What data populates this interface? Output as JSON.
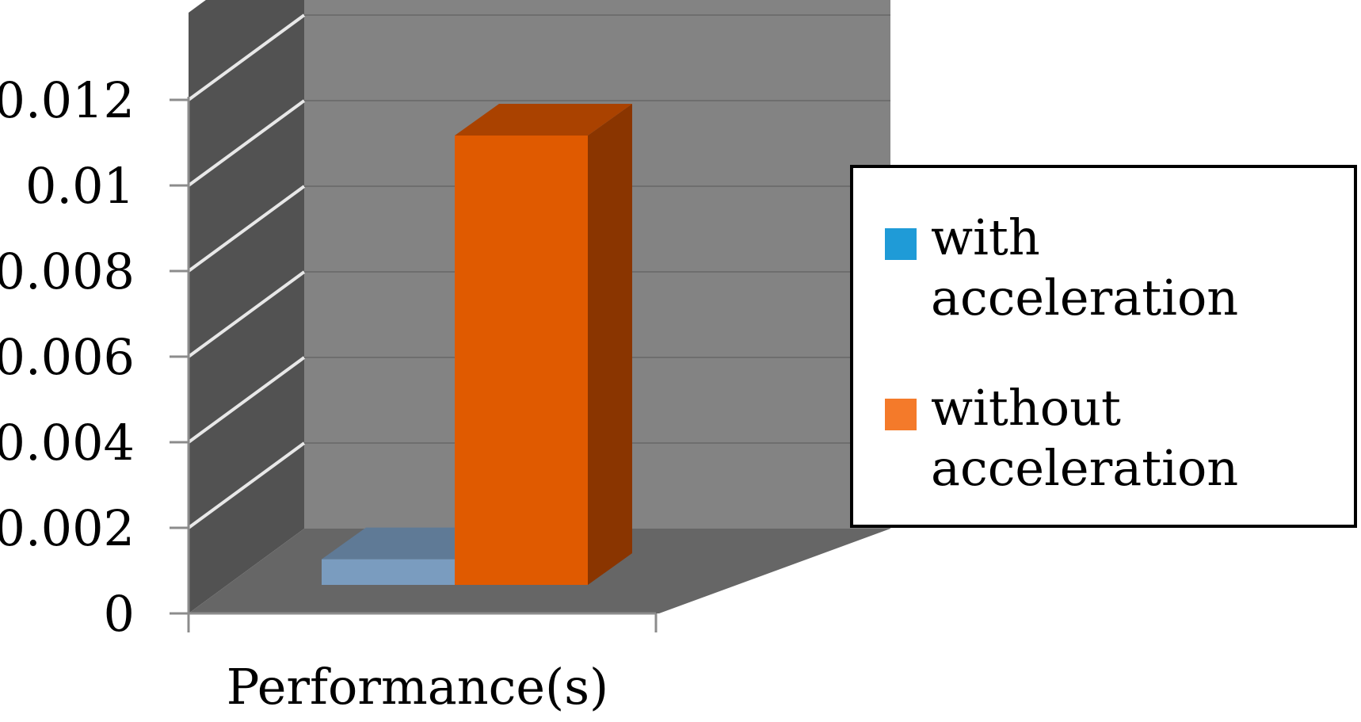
{
  "chart_data": {
    "type": "bar",
    "categories": [
      "Performance(s)"
    ],
    "series": [
      {
        "name": "with acceleration",
        "values": [
          0.0006
        ],
        "color": "#1F9BD7",
        "bar_front": "#7A9CBF",
        "bar_top": "#5F7A96"
      },
      {
        "name": "without acceleration",
        "values": [
          0.0105
        ],
        "color": "#F47A2A",
        "bar_front": "#E05A00",
        "bar_top": "#AA4200",
        "bar_side": "#8A3500"
      }
    ],
    "title": "",
    "xlabel": "",
    "ylabel": "",
    "ylim": [
      0,
      0.012
    ],
    "yticks": [
      "0",
      "0.002",
      "0.004",
      "0.006",
      "0.008",
      "0.01",
      "0.012"
    ],
    "grid": true,
    "legend_position": "right",
    "style": "3d"
  }
}
